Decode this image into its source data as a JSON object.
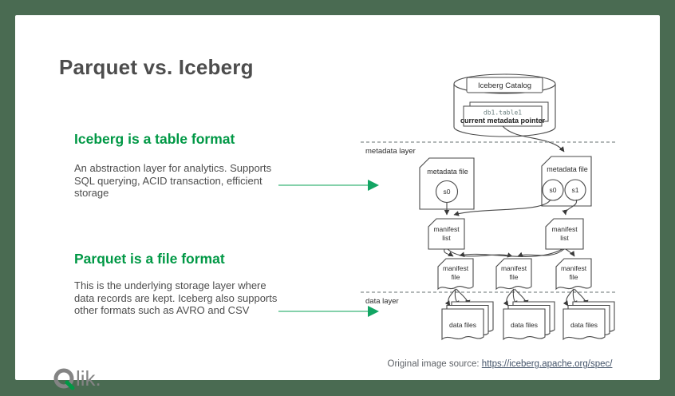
{
  "colors": {
    "frame_green": "#4a6b52",
    "accent_green": "#009845",
    "arrow_green_line": "#85d1ab",
    "arrow_green_head": "#12a563",
    "title_gray": "#4d4d4d",
    "link_blue": "#44546a",
    "diagram_stroke": "#4a4a4a"
  },
  "slide": {
    "title": "Parquet vs. Iceberg",
    "sections": [
      {
        "heading": "Iceberg is a table format",
        "lines": [
          "An abstraction layer for analytics. Supports",
          "SQL querying, ACID transaction, efficient",
          "storage"
        ]
      },
      {
        "heading": "Parquet is a file format",
        "lines": [
          "This is the underlying storage layer where",
          "data records are kept. Iceberg also supports",
          "other formats such as AVRO and CSV"
        ]
      }
    ],
    "logo": {
      "name": "Qlik",
      "wordmark_rest": "lik."
    },
    "source_label": "Original image source:",
    "source_link": "https://iceberg.apache.org/spec/"
  },
  "diagram": {
    "catalog_title": "Iceberg Catalog",
    "pointer_table": "db1.table1",
    "pointer_caption": "current metadata pointer",
    "metadata_layer_label": "metadata layer",
    "data_layer_label": "data layer",
    "metadata_file_label": "metadata file",
    "snapshot_s0": "s0",
    "snapshot_s1": "s1",
    "manifest_list_line1": "manifest",
    "manifest_list_line2": "list",
    "manifest_file_line1": "manifest",
    "manifest_file_line2": "file",
    "data_files_label": "data files"
  }
}
